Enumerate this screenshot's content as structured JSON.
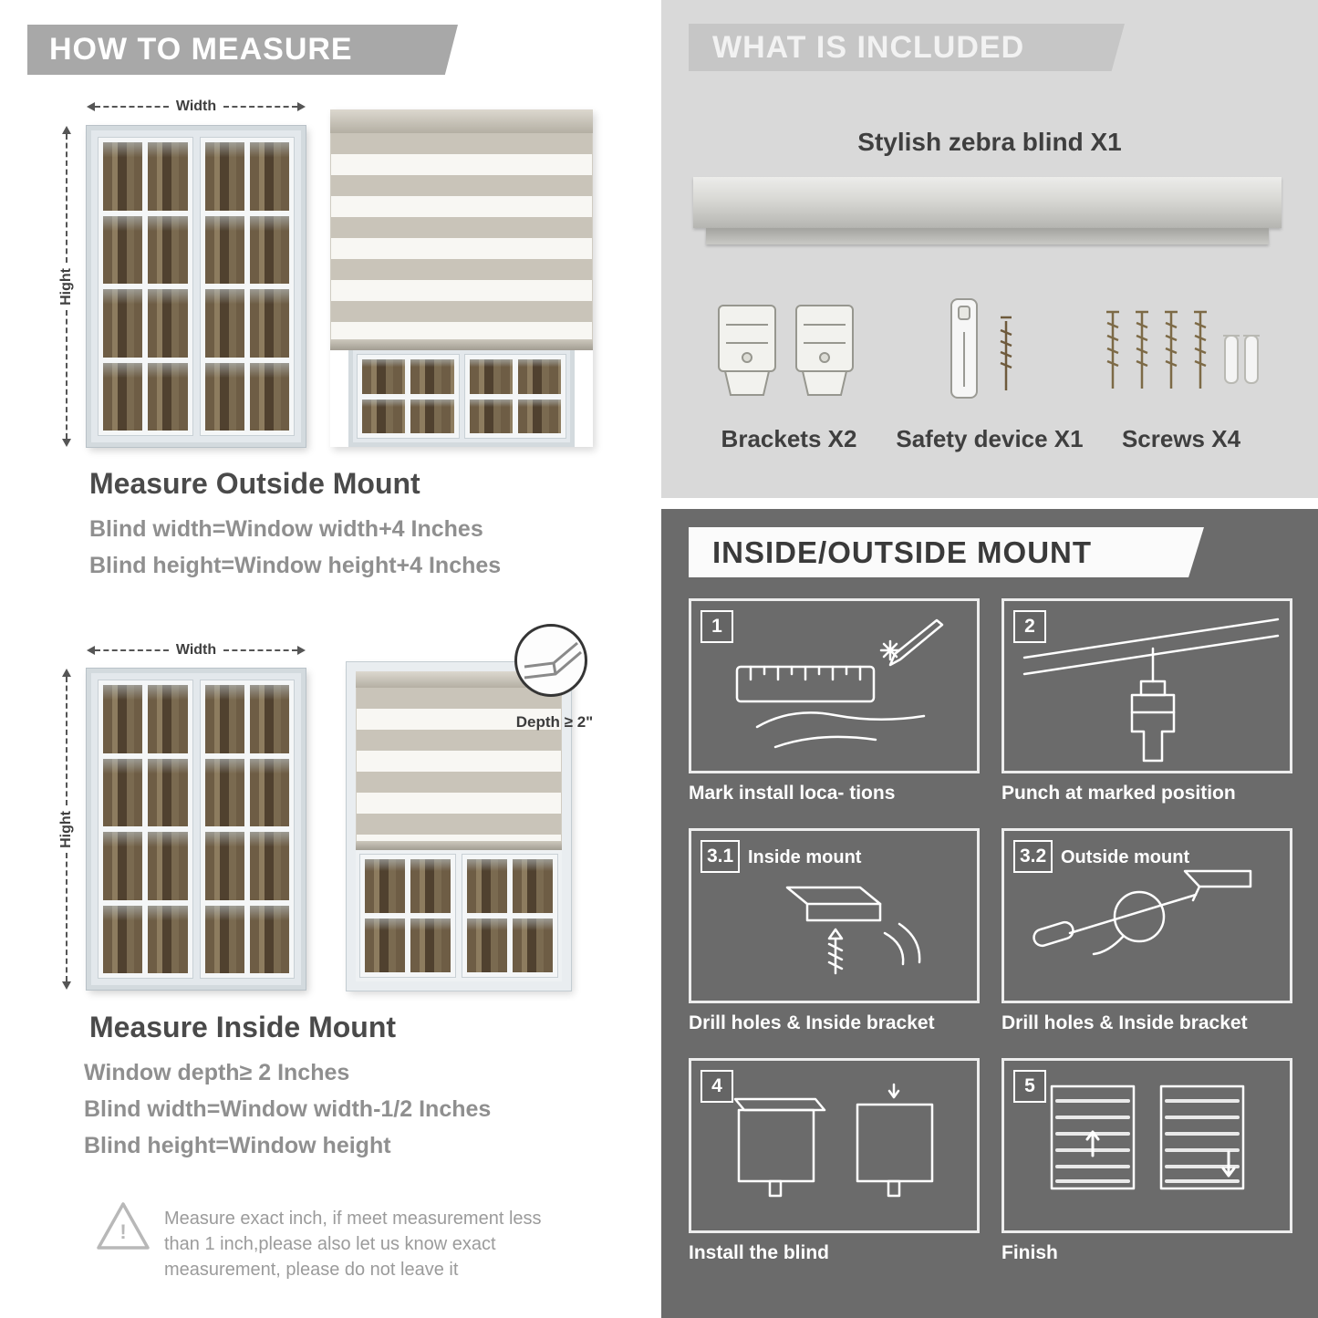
{
  "colors": {
    "accent_gray": "#a8a8a8",
    "light_section": "#d9d9d9",
    "dark_section": "#6b6b6b",
    "stripe": "#c9c4b9"
  },
  "left": {
    "header": "HOW TO MEASURE",
    "labels": {
      "width": "Width",
      "height": "Hight"
    },
    "outside": {
      "title": "Measure Outside Mount",
      "line1": "Blind width=Window width+4 Inches",
      "line2": "Blind height=Window height+4 Inches"
    },
    "inside": {
      "depth_note": "Depth ≥ 2\"",
      "title": "Measure Inside Mount",
      "line1": "Window depth≥ 2 Inches",
      "line2": "Blind width=Window width-1/2 Inches",
      "line3": "Blind height=Window height"
    },
    "warning": {
      "glyph": "!",
      "text": "Measure exact inch, if meet measurement less than 1 inch,please also let us know exact measurement, please do not leave it"
    }
  },
  "right": {
    "included": {
      "header": "WHAT IS INCLUDED",
      "blind_label": "Stylish zebra blind X1",
      "items": [
        {
          "label": "Brackets X2"
        },
        {
          "label": "Safety device X1"
        },
        {
          "label": "Screws X4"
        }
      ]
    },
    "mount": {
      "header": "INSIDE/OUTSIDE MOUNT",
      "steps": [
        {
          "badge": "1",
          "title": "",
          "caption": "Mark install loca- tions"
        },
        {
          "badge": "2",
          "title": "",
          "caption": "Punch at  marked position"
        },
        {
          "badge": "3.1",
          "title": "Inside mount",
          "caption": "Drill holes &  Inside bracket"
        },
        {
          "badge": "3.2",
          "title": "Outside mount",
          "caption": "Drill holes &  Inside bracket"
        },
        {
          "badge": "4",
          "title": "",
          "caption": "Install the blind"
        },
        {
          "badge": "5",
          "title": "",
          "caption": "Finish"
        }
      ]
    }
  }
}
